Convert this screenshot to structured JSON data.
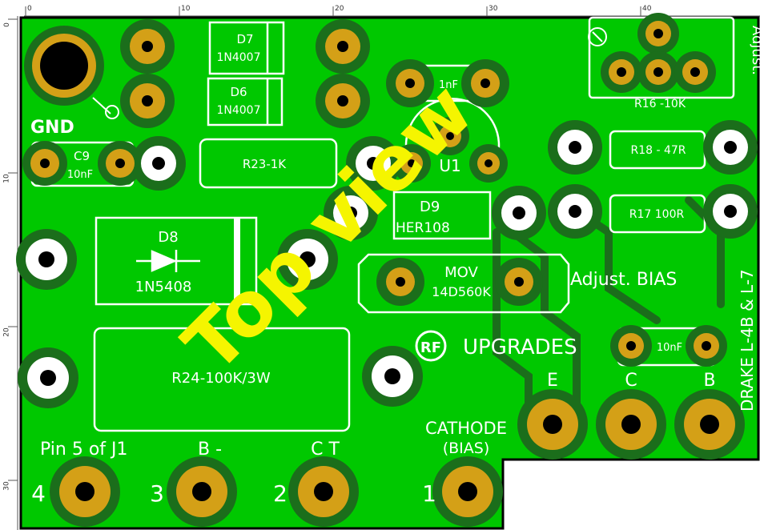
{
  "ruler": {
    "unit": "mm",
    "h_ticks": [
      "0",
      "10",
      "20",
      "30",
      "40"
    ],
    "v_ticks": [
      "0",
      "10",
      "20",
      "30"
    ]
  },
  "labels": {
    "gnd": "GND",
    "d7_ref": "D7",
    "d7_val": "1N4007",
    "d6_ref": "D6",
    "d6_val": "1N4007",
    "cap_top": "1nF",
    "r16": "R16 -10K",
    "adjust": "Adjust.",
    "c9_ref": "C9",
    "c9_val": "10nF",
    "r23": "R23-1K",
    "u1": "U1",
    "r18": "R18 - 47R",
    "d9": "D9",
    "d9_val": "HER108",
    "r17": "R17 100R",
    "d8_ref": "D8",
    "d8_val": "1N5408",
    "mov_ref": "MOV",
    "mov_val": "14D560K",
    "adjust_bias": "Adjust. BIAS",
    "drake": "DRAKE L-4B & L-7",
    "rf": "RF",
    "upgrades": "UPGRADES",
    "cap_10nf": "10nF",
    "r24": "R24-100K/3W",
    "e": "E",
    "c": "C",
    "b": "B",
    "cathode": "CATHODE",
    "bias": "(BIAS)",
    "pin5": "Pin 5 of J1",
    "bminus": "B -",
    "ct": "C T",
    "n4": "4",
    "n3": "3",
    "n2": "2",
    "n1": "1",
    "overlay": "Top view"
  },
  "colors": {
    "board": "#00c800",
    "copper_dark": "#1b6e1b",
    "pad": "#d4a017",
    "hole": "#000000",
    "silk": "#ffffff",
    "overlay": "#f5f500"
  }
}
